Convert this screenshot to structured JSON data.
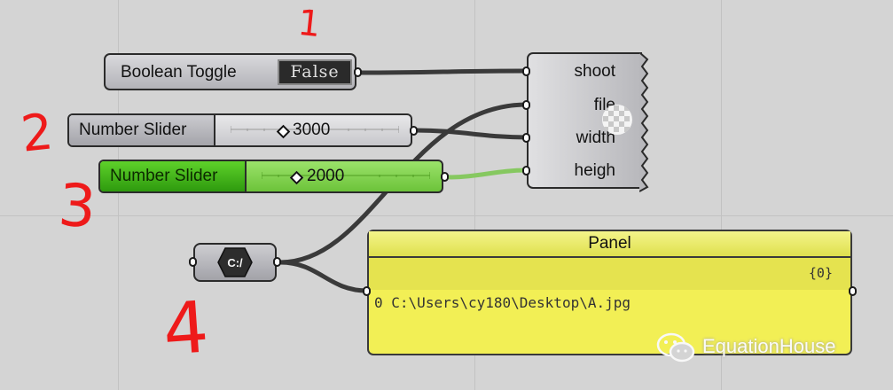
{
  "canvas": {
    "background": "#d4d4d4"
  },
  "components": {
    "boolean_toggle": {
      "label": "Boolean Toggle",
      "value": "False"
    },
    "slider_width": {
      "label": "Number Slider",
      "value": "3000"
    },
    "slider_height": {
      "label": "Number Slider",
      "value": "2000",
      "color": "#5ed12a"
    },
    "capture": {
      "inputs": [
        "shoot",
        "file",
        "width",
        "heigh"
      ]
    },
    "path_component": {
      "icon": "C:/"
    },
    "panel": {
      "title": "Panel",
      "branch": "{0}",
      "index": "0",
      "value": "C:\\Users\\cy180\\Desktop\\A.jpg",
      "color": "#f2ef55"
    }
  },
  "annotations": [
    "1",
    "2",
    "3",
    "4"
  ],
  "annotation_color": "#ee1a1a",
  "watermark": {
    "text": "EquationHouse",
    "icon": "wechat-icon"
  }
}
